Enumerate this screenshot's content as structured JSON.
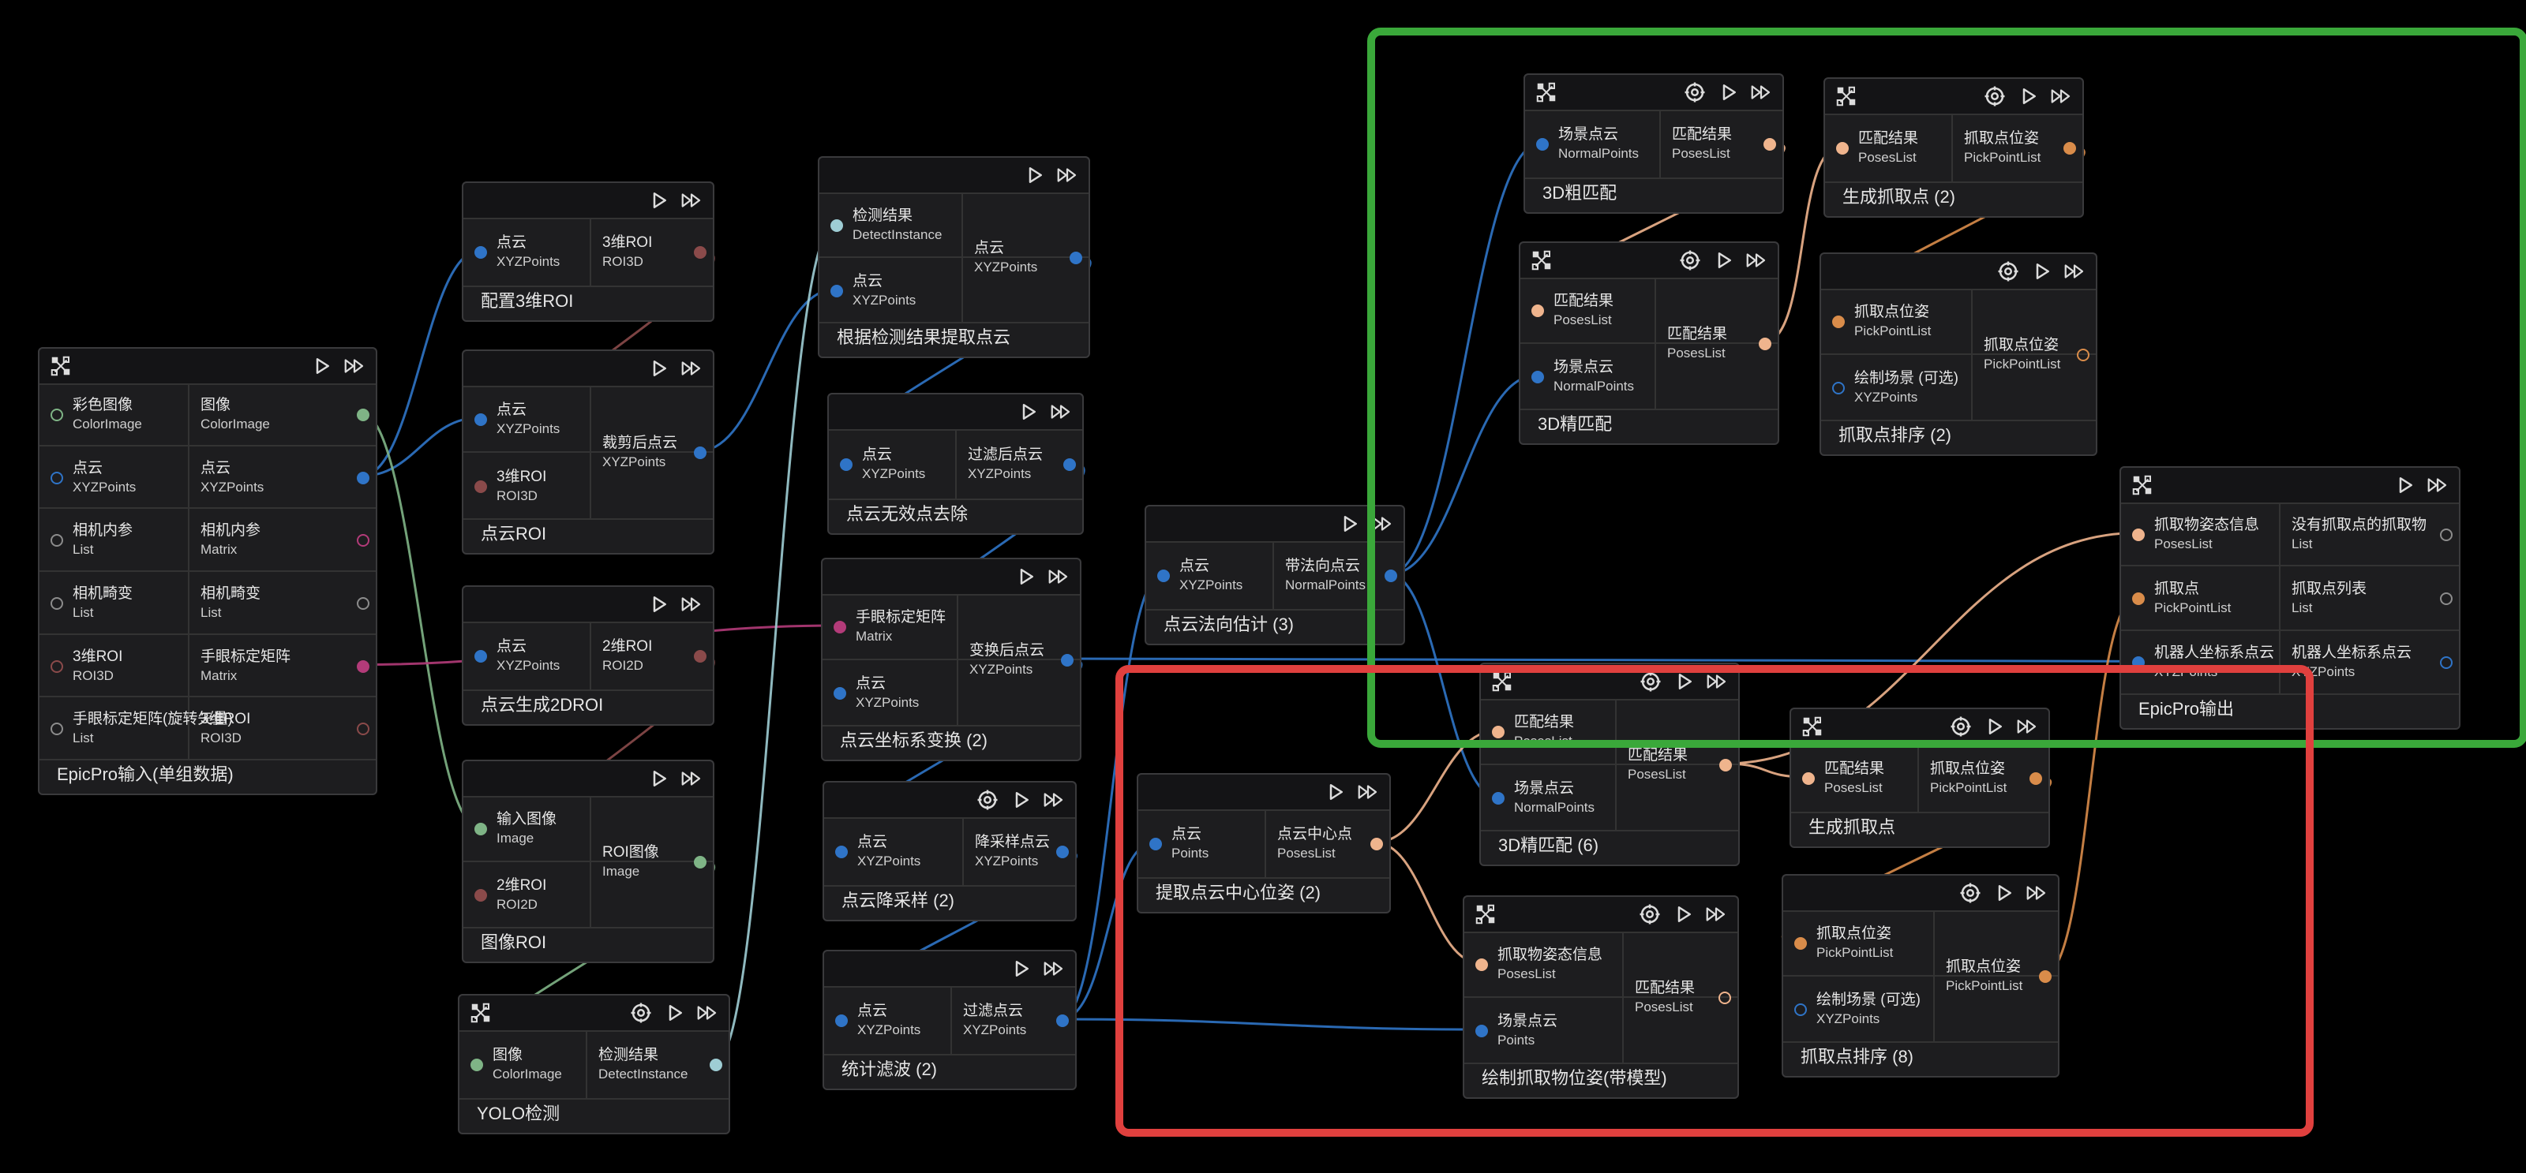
{
  "colors": {
    "background": "#000000",
    "node": "#1d1d1f",
    "header": "#141416",
    "border": "#3a3a3c",
    "text": "#e6e6e6",
    "green_box": "#3aa83a",
    "red_box": "#e0403e"
  },
  "type_colors": {
    "XYZPoints": "#2f74c7",
    "NormalPoints": "#2f74c7",
    "Points": "#2f74c7",
    "ColorImage": "#7fb486",
    "Image": "#7fb486",
    "DetectInstance": "#9ecdd4",
    "ROI3D": "#8a4a4a",
    "ROI2D": "#8a4a4a",
    "Matrix": "#b33b79",
    "PosesList": "#efb48d",
    "PickPointList": "#d98c4a",
    "List": "#8c8c8c"
  },
  "nodes": [
    {
      "id": "epicpro-input",
      "title": "EpicPro输入(单组数据)",
      "header_icons": [
        "graph-icon",
        "play-icon",
        "step-icon"
      ],
      "inputs": [
        {
          "label": "彩色图像",
          "type": "ColorImage",
          "style": "hollow"
        },
        {
          "label": "点云",
          "type": "XYZPoints",
          "style": "hollow"
        },
        {
          "label": "相机内参",
          "type": "List",
          "style": "hollow"
        },
        {
          "label": "相机畸变",
          "type": "List",
          "style": "hollow"
        },
        {
          "label": "3维ROI",
          "type": "ROI3D",
          "style": "hollow"
        },
        {
          "label": "手眼标定矩阵(旋转矢量)",
          "type": "List",
          "style": "hollow"
        }
      ],
      "outputs": [
        {
          "label": "图像",
          "type": "ColorImage",
          "style": "filled"
        },
        {
          "label": "点云",
          "type": "XYZPoints",
          "style": "filled"
        },
        {
          "label": "相机内参",
          "type": "Matrix",
          "style": "hollow"
        },
        {
          "label": "相机畸变",
          "type": "List",
          "style": "hollow"
        },
        {
          "label": "手眼标定矩阵",
          "type": "Matrix",
          "style": "filled"
        },
        {
          "label": "3维ROI",
          "type": "ROI3D",
          "style": "hollow"
        }
      ]
    },
    {
      "id": "config-3d-roi",
      "title": "配置3维ROI",
      "header_icons": [
        "play-icon",
        "step-icon"
      ],
      "inputs": [
        {
          "label": "点云",
          "type": "XYZPoints",
          "style": "filled"
        }
      ],
      "outputs": [
        {
          "label": "3维ROI",
          "type": "ROI3D",
          "style": "filled"
        }
      ]
    },
    {
      "id": "pointcloud-roi",
      "title": "点云ROI",
      "header_icons": [
        "play-icon",
        "step-icon"
      ],
      "inputs": [
        {
          "label": "点云",
          "type": "XYZPoints",
          "style": "filled"
        },
        {
          "label": "3维ROI",
          "type": "ROI3D",
          "style": "filled"
        }
      ],
      "outputs": [
        {
          "label": "裁剪后点云",
          "type": "XYZPoints",
          "style": "filled"
        }
      ]
    },
    {
      "id": "pointcloud-2droi",
      "title": "点云生成2DROI",
      "header_icons": [
        "play-icon",
        "step-icon"
      ],
      "inputs": [
        {
          "label": "点云",
          "type": "XYZPoints",
          "style": "filled"
        }
      ],
      "outputs": [
        {
          "label": "2维ROI",
          "type": "ROI2D",
          "style": "filled"
        }
      ]
    },
    {
      "id": "image-roi",
      "title": "图像ROI",
      "header_icons": [
        "play-icon",
        "step-icon"
      ],
      "inputs": [
        {
          "label": "输入图像",
          "type": "Image",
          "style": "filled"
        },
        {
          "label": "2维ROI",
          "type": "ROI2D",
          "style": "filled"
        }
      ],
      "outputs": [
        {
          "label": "ROI图像",
          "type": "Image",
          "style": "filled"
        }
      ]
    },
    {
      "id": "yolo",
      "title": "YOLO检测",
      "header_icons": [
        "graph-icon",
        "gear-icon",
        "play-icon",
        "step-icon"
      ],
      "inputs": [
        {
          "label": "图像",
          "type": "ColorImage",
          "style": "filled"
        }
      ],
      "outputs": [
        {
          "label": "检测结果",
          "type": "DetectInstance",
          "style": "filled"
        }
      ]
    },
    {
      "id": "extract-by-detect",
      "title": "根据检测结果提取点云",
      "header_icons": [
        "play-icon",
        "step-icon"
      ],
      "inputs": [
        {
          "label": "检测结果",
          "type": "DetectInstance",
          "style": "filled"
        },
        {
          "label": "点云",
          "type": "XYZPoints",
          "style": "filled"
        }
      ],
      "outputs": [
        {
          "label": "点云",
          "type": "XYZPoints",
          "style": "filled"
        }
      ]
    },
    {
      "id": "remove-invalid",
      "title": "点云无效点去除",
      "header_icons": [
        "play-icon",
        "step-icon"
      ],
      "inputs": [
        {
          "label": "点云",
          "type": "XYZPoints",
          "style": "filled"
        }
      ],
      "outputs": [
        {
          "label": "过滤后点云",
          "type": "XYZPoints",
          "style": "filled"
        }
      ]
    },
    {
      "id": "transform-2",
      "title": "点云坐标系变换 (2)",
      "header_icons": [
        "play-icon",
        "step-icon"
      ],
      "inputs": [
        {
          "label": "手眼标定矩阵",
          "type": "Matrix",
          "style": "filled"
        },
        {
          "label": "点云",
          "type": "XYZPoints",
          "style": "filled"
        }
      ],
      "outputs": [
        {
          "label": "变换后点云",
          "type": "XYZPoints",
          "style": "filled"
        }
      ]
    },
    {
      "id": "downsample-2",
      "title": "点云降采样 (2)",
      "header_icons": [
        "gear-icon",
        "play-icon",
        "step-icon"
      ],
      "inputs": [
        {
          "label": "点云",
          "type": "XYZPoints",
          "style": "filled"
        }
      ],
      "outputs": [
        {
          "label": "降采样点云",
          "type": "XYZPoints",
          "style": "filled"
        }
      ]
    },
    {
      "id": "stat-filter-2",
      "title": "统计滤波 (2)",
      "header_icons": [
        "play-icon",
        "step-icon"
      ],
      "inputs": [
        {
          "label": "点云",
          "type": "XYZPoints",
          "style": "filled"
        }
      ],
      "outputs": [
        {
          "label": "过滤点云",
          "type": "XYZPoints",
          "style": "filled"
        }
      ]
    },
    {
      "id": "normal-est-3",
      "title": "点云法向估计 (3)",
      "header_icons": [
        "play-icon",
        "step-icon"
      ],
      "inputs": [
        {
          "label": "点云",
          "type": "XYZPoints",
          "style": "filled"
        }
      ],
      "outputs": [
        {
          "label": "带法向点云",
          "type": "NormalPoints",
          "style": "filled"
        }
      ]
    },
    {
      "id": "center-pose-2",
      "title": "提取点云中心位姿 (2)",
      "header_icons": [
        "play-icon",
        "step-icon"
      ],
      "inputs": [
        {
          "label": "点云",
          "type": "Points",
          "style": "filled"
        }
      ],
      "outputs": [
        {
          "label": "点云中心点",
          "type": "PosesList",
          "style": "filled"
        }
      ]
    },
    {
      "id": "coarse-3d",
      "title": "3D粗匹配",
      "header_icons": [
        "graph-icon",
        "gear-icon",
        "play-icon",
        "step-icon"
      ],
      "inputs": [
        {
          "label": "场景点云",
          "type": "NormalPoints",
          "style": "filled"
        }
      ],
      "outputs": [
        {
          "label": "匹配结果",
          "type": "PosesList",
          "style": "filled"
        }
      ]
    },
    {
      "id": "fine-3d",
      "title": "3D精匹配",
      "header_icons": [
        "graph-icon",
        "gear-icon",
        "play-icon",
        "step-icon"
      ],
      "inputs": [
        {
          "label": "匹配结果",
          "type": "PosesList",
          "style": "filled"
        },
        {
          "label": "场景点云",
          "type": "NormalPoints",
          "style": "filled"
        }
      ],
      "outputs": [
        {
          "label": "匹配结果",
          "type": "PosesList",
          "style": "filled"
        }
      ]
    },
    {
      "id": "fine-3d-6",
      "title": "3D精匹配 (6)",
      "header_icons": [
        "graph-icon",
        "gear-icon",
        "play-icon",
        "step-icon"
      ],
      "inputs": [
        {
          "label": "匹配结果",
          "type": "PosesList",
          "style": "filled"
        },
        {
          "label": "场景点云",
          "type": "NormalPoints",
          "style": "filled"
        }
      ],
      "outputs": [
        {
          "label": "匹配结果",
          "type": "PosesList",
          "style": "filled"
        }
      ]
    },
    {
      "id": "gen-pick-2",
      "title": "生成抓取点 (2)",
      "header_icons": [
        "graph-icon",
        "gear-icon",
        "play-icon",
        "step-icon"
      ],
      "inputs": [
        {
          "label": "匹配结果",
          "type": "PosesList",
          "style": "filled"
        }
      ],
      "outputs": [
        {
          "label": "抓取点位姿",
          "type": "PickPointList",
          "style": "filled"
        }
      ]
    },
    {
      "id": "sort-pick-2",
      "title": "抓取点排序 (2)",
      "header_icons": [
        "gear-icon",
        "play-icon",
        "step-icon"
      ],
      "inputs": [
        {
          "label": "抓取点位姿",
          "type": "PickPointList",
          "style": "filled"
        },
        {
          "label": "绘制场景 (可选)",
          "type": "XYZPoints",
          "style": "hollow"
        }
      ],
      "outputs": [
        {
          "label": "抓取点位姿",
          "type": "PickPointList",
          "style": "hollow"
        }
      ]
    },
    {
      "id": "gen-pick",
      "title": "生成抓取点",
      "header_icons": [
        "graph-icon",
        "gear-icon",
        "play-icon",
        "step-icon"
      ],
      "inputs": [
        {
          "label": "匹配结果",
          "type": "PosesList",
          "style": "filled"
        }
      ],
      "outputs": [
        {
          "label": "抓取点位姿",
          "type": "PickPointList",
          "style": "filled"
        }
      ]
    },
    {
      "id": "sort-pick-8",
      "title": "抓取点排序 (8)",
      "header_icons": [
        "gear-icon",
        "play-icon",
        "step-icon"
      ],
      "inputs": [
        {
          "label": "抓取点位姿",
          "type": "PickPointList",
          "style": "filled"
        },
        {
          "label": "绘制场景 (可选)",
          "type": "XYZPoints",
          "style": "hollow"
        }
      ],
      "outputs": [
        {
          "label": "抓取点位姿",
          "type": "PickPointList",
          "style": "filled"
        }
      ]
    },
    {
      "id": "draw-pose",
      "title": "绘制抓取物位姿(带模型)",
      "header_icons": [
        "graph-icon",
        "gear-icon",
        "play-icon",
        "step-icon"
      ],
      "inputs": [
        {
          "label": "抓取物姿态信息",
          "type": "PosesList",
          "style": "filled"
        },
        {
          "label": "场景点云",
          "type": "Points",
          "style": "filled"
        }
      ],
      "outputs": [
        {
          "label": "匹配结果",
          "type": "PosesList",
          "style": "hollow"
        }
      ]
    },
    {
      "id": "epicpro-output",
      "title": "EpicPro输出",
      "header_icons": [
        "graph-icon",
        "play-icon",
        "step-icon"
      ],
      "inputs": [
        {
          "label": "抓取物姿态信息",
          "type": "PosesList",
          "style": "filled"
        },
        {
          "label": "抓取点",
          "type": "PickPointList",
          "style": "filled"
        },
        {
          "label": "机器人坐标系点云",
          "type": "XYZPoints",
          "style": "filled"
        }
      ],
      "outputs": [
        {
          "label": "没有抓取点的抓取物",
          "type": "List",
          "style": "hollow"
        },
        {
          "label": "抓取点列表",
          "type": "List",
          "style": "hollow"
        },
        {
          "label": "机器人坐标系点云",
          "type": "XYZPoints",
          "style": "hollow"
        }
      ]
    }
  ],
  "connections": [
    [
      "epicpro-input.out.1",
      "config-3d-roi.in.0"
    ],
    [
      "epicpro-input.out.1",
      "pointcloud-roi.in.0"
    ],
    [
      "epicpro-input.out.0",
      "image-roi.in.0"
    ],
    [
      "epicpro-input.out.4",
      "transform-2.in.0"
    ],
    [
      "config-3d-roi.out.0",
      "pointcloud-roi.in.1"
    ],
    [
      "pointcloud-roi.out.0",
      "extract-by-detect.in.1"
    ],
    [
      "pointcloud-2droi.out.0",
      "image-roi.in.1"
    ],
    [
      "image-roi.out.0",
      "yolo.in.0"
    ],
    [
      "yolo.out.0",
      "extract-by-detect.in.0"
    ],
    [
      "extract-by-detect.out.0",
      "remove-invalid.in.0"
    ],
    [
      "remove-invalid.out.0",
      "transform-2.in.1"
    ],
    [
      "transform-2.out.0",
      "downsample-2.in.0"
    ],
    [
      "transform-2.out.0",
      "epicpro-output.in.2"
    ],
    [
      "downsample-2.out.0",
      "stat-filter-2.in.0"
    ],
    [
      "stat-filter-2.out.0",
      "normal-est-3.in.0"
    ],
    [
      "stat-filter-2.out.0",
      "center-pose-2.in.0"
    ],
    [
      "stat-filter-2.out.0",
      "draw-pose.in.1"
    ],
    [
      "normal-est-3.out.0",
      "coarse-3d.in.0"
    ],
    [
      "normal-est-3.out.0",
      "fine-3d.in.1"
    ],
    [
      "normal-est-3.out.0",
      "fine-3d-6.in.1"
    ],
    [
      "coarse-3d.out.0",
      "fine-3d.in.0"
    ],
    [
      "fine-3d.out.0",
      "gen-pick-2.in.0"
    ],
    [
      "gen-pick-2.out.0",
      "sort-pick-2.in.0"
    ],
    [
      "center-pose-2.out.0",
      "fine-3d-6.in.0"
    ],
    [
      "center-pose-2.out.0",
      "draw-pose.in.0"
    ],
    [
      "fine-3d-6.out.0",
      "gen-pick.in.0"
    ],
    [
      "fine-3d-6.out.0",
      "epicpro-output.in.0"
    ],
    [
      "gen-pick.out.0",
      "sort-pick-8.in.0"
    ],
    [
      "sort-pick-8.out.0",
      "epicpro-output.in.1"
    ]
  ]
}
